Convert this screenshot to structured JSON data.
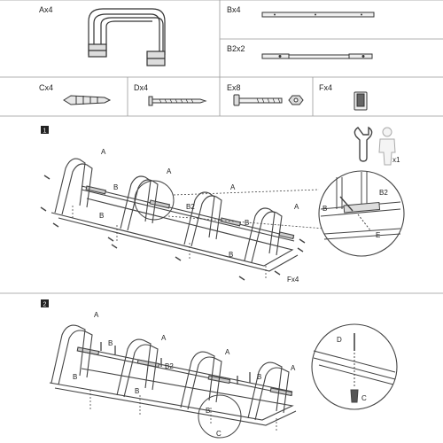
{
  "parts": {
    "A": "Ax4",
    "B": "Bx4",
    "B2": "B2x2",
    "C": "Cx4",
    "D": "Dx4",
    "E": "Ex8",
    "F": "Fx4"
  },
  "steps": [
    "1",
    "2"
  ],
  "tools": {
    "wrench": "wrench-icon",
    "person": "person-icon",
    "person_count": "x1"
  },
  "step1": {
    "label_A": "A",
    "label_B": "B",
    "label_B2": "B2",
    "label_Fx4": "Fx4",
    "detail_B": "B",
    "detail_B2": "B2",
    "detail_E": "E"
  },
  "step2": {
    "label_A": "A",
    "label_B": "B",
    "label_B2": "B2",
    "label_C": "C",
    "detail_B": "B",
    "detail_D": "D",
    "detail_C": "C"
  }
}
